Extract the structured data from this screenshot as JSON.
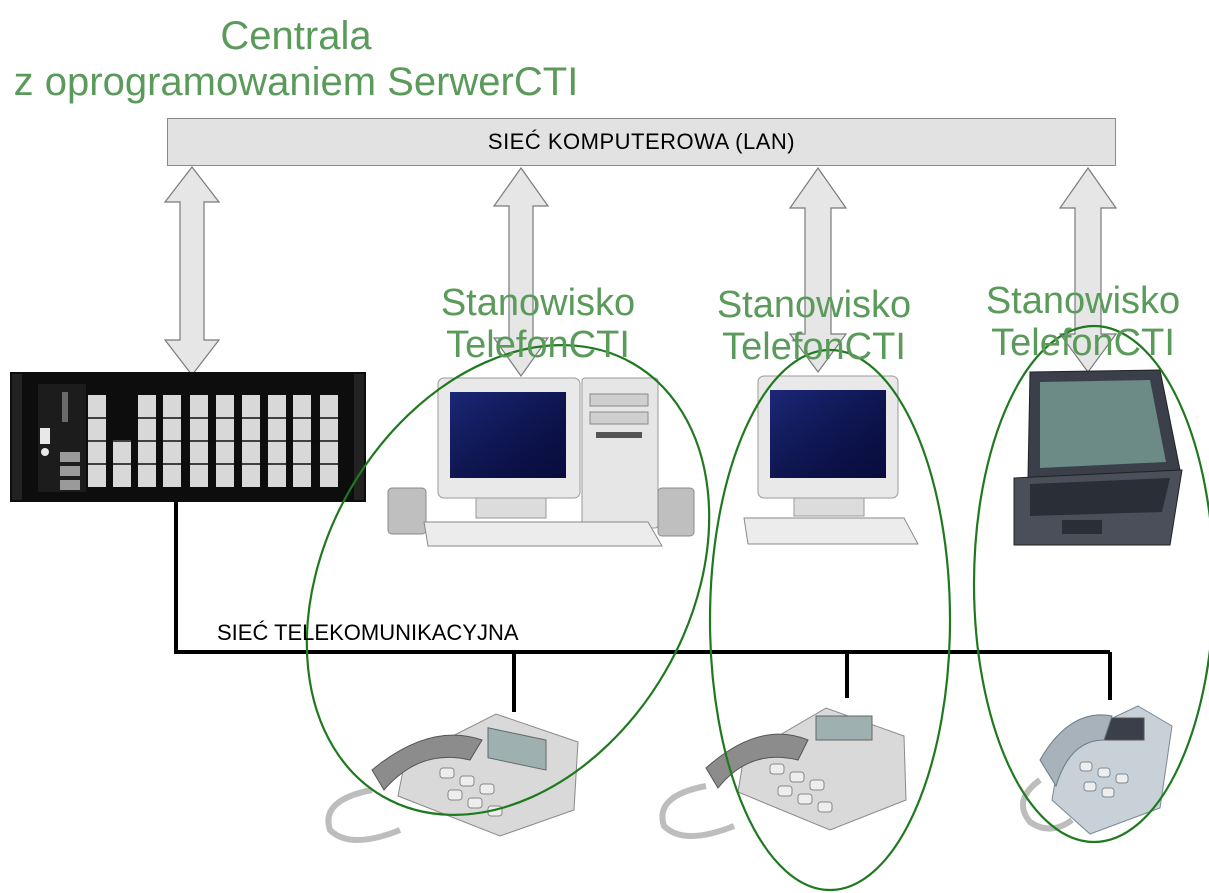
{
  "header": {
    "title_line1": "Centrala",
    "title_line2": "z oprogramowaniem SerwerCTI"
  },
  "lan": {
    "label": "SIEĆ KOMPUTEROWA (LAN)"
  },
  "telecom": {
    "label": "SIEĆ TELEKOMUNIKACYJNA"
  },
  "workstations": [
    {
      "line1": "Stanowisko",
      "line2": "TelefonCTI"
    },
    {
      "line1": "Stanowisko",
      "line2": "TelefonCTI"
    },
    {
      "line1": "Stanowisko",
      "line2": "TelefonCTI"
    }
  ],
  "colors": {
    "accent_green": "#5a9a5a",
    "ellipse_green": "#1f7a1f",
    "arrow_fill": "#e6e6e6",
    "arrow_stroke": "#7a7a7a"
  }
}
